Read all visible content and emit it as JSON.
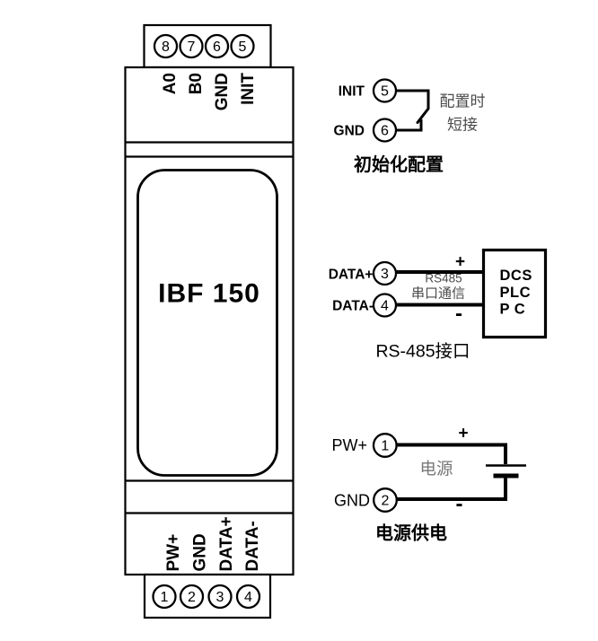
{
  "device": {
    "model": "IBF 150",
    "top_pins": [
      {
        "num": "8",
        "label": "A0"
      },
      {
        "num": "7",
        "label": "B0"
      },
      {
        "num": "6",
        "label": "GND"
      },
      {
        "num": "5",
        "label": "INIT"
      }
    ],
    "bottom_pins": [
      {
        "num": "1",
        "label": "PW+"
      },
      {
        "num": "2",
        "label": "GND"
      },
      {
        "num": "3",
        "label": "DATA+"
      },
      {
        "num": "4",
        "label": "DATA-"
      }
    ]
  },
  "init_section": {
    "pin5": {
      "label": "INIT",
      "num": "5"
    },
    "pin6": {
      "label": "GND",
      "num": "6"
    },
    "note_line1": "配置时",
    "note_line2": "短接",
    "caption": "初始化配置"
  },
  "rs485_section": {
    "pin3": {
      "label": "DATA+",
      "num": "3"
    },
    "pin4": {
      "label": "DATA-",
      "num": "4"
    },
    "plus": "+",
    "minus": "-",
    "bus_line1": "RS485",
    "bus_line2": "串口通信",
    "device_box": [
      "DCS",
      "PLC",
      "P C"
    ],
    "caption": "RS-485接口"
  },
  "power_section": {
    "pin1": {
      "label": "PW+",
      "num": "1"
    },
    "pin2": {
      "label": "GND",
      "num": "2"
    },
    "plus": "+",
    "minus": "-",
    "source_label": "电源",
    "caption": "电源供电"
  },
  "colors": {
    "line": "#000000",
    "annotation_text": "#4a4a4a",
    "muted_text": "#777777",
    "background": "#ffffff"
  }
}
